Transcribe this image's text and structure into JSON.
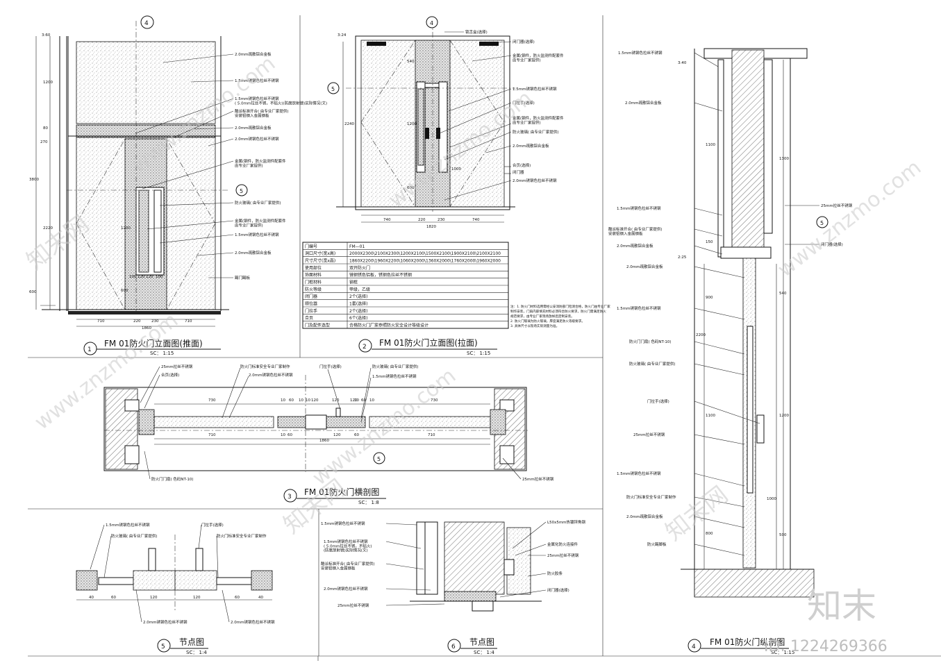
{
  "views": {
    "v1": {
      "num": "1",
      "title": "FM 01防火门立面图(推面)",
      "scale": "SC： 1:15",
      "dims_bottom": [
        "710",
        "220",
        "230",
        "710"
      ],
      "total": "1860",
      "dims_left": [
        "3:60",
        "1200",
        "80",
        "270",
        "2220",
        "3800",
        "600"
      ],
      "dims_inner": [
        "1200",
        "100",
        "120",
        "120",
        "100",
        "600"
      ],
      "labels": [
        "2.0mm疏散铝合金板",
        "1.5mm锈钢色拉丝不锈钢",
        "1.5mm锈钢色拉丝不锈钢\n( 5.0mm拉丝不锈，不贴火)(防腐放射镜)实际情况(文)",
        "酷派标准开合( 由专业厂家提供)\n安装铝钢入金属钢板",
        "2.0mm疏散铝合金板",
        "2.0mm锈钢色拉丝不锈钢",
        "金属(钢件，防火监测件配套件\n由专业厂家提供)",
        "防火玻璃( 由专业厂家提供)",
        "金属(钢件，防火监测件配套件\n由专业厂家提供)",
        "1.5mm锈钢色拉丝不锈钢",
        "2.0mm疏散铝合金板",
        "踢门踢板"
      ]
    },
    "v2": {
      "num": "2",
      "title": "FM 01防火门立面图(拉面)",
      "scale": "SC： 1:15",
      "dims_bottom": [
        "740",
        "220",
        "230",
        "740"
      ],
      "total": "1820",
      "dims_left": [
        "3:24",
        "540",
        "2240",
        "1200",
        "1000",
        "600"
      ],
      "labels": [
        "锁舌盒(选择)",
        "闭门器(选择)",
        "金属(钢件，防火监测件配套件\n由专业厂家提供)",
        "1.5mm锈钢色拉丝不锈钢",
        "门拉手(选择)",
        "金属(钢件，防火监测件配套件\n由专业厂家提供)",
        "防火玻璃( 由专业厂家提供)",
        "2.0mm疏散铝合金板",
        "合页(选择)",
        "闭门器",
        "2.0mm锈钢色拉丝不锈钢"
      ]
    },
    "v3": {
      "num": "3",
      "title": "FM 01防火门横剖图",
      "scale": "SC： 1:8",
      "dims_top": [
        "730",
        "10",
        "60",
        "10",
        "10",
        "120",
        "120",
        "120",
        "10",
        "60",
        "10",
        "730"
      ],
      "dims_bottom": [
        "710",
        "10",
        "60",
        "120",
        "60",
        "710"
      ],
      "total": "1860",
      "labels": [
        "25mm拉丝不锈钢",
        "合页(选择)",
        "防火门标准安全专业厂家制作",
        "2.0mm锈钢色拉丝不锈钢",
        "门拉手(选择)",
        "防火玻璃( 由专业厂家提供)",
        "1.5mm锈钢色拉丝不锈钢",
        "防火门门扇( 色码NT-10)",
        "25mm拉丝不锈钢"
      ]
    },
    "v4": {
      "num": "4",
      "title": "FM 01防火门纵剖图",
      "scale": "SC： 1:15",
      "dims": [
        "3:40",
        "1100",
        "1300",
        "150",
        "2:25",
        "900",
        "540",
        "2200",
        "1100",
        "1000",
        "1200",
        "800",
        "500"
      ],
      "labels": [
        "1.5mm锈钢色拉丝不锈钢",
        "2.0mm疏散铝合金板",
        "1.5mm锈钢色拉丝不锈钢",
        "25mm拉丝不锈钢",
        "酷派标准开合( 由专业厂家提供)\n安装铝钢入金属钢板",
        "2.0mm疏散铝合金板",
        "闭门器(选择)",
        "2.0mm疏散铝合金板",
        "1.5mm锈钢色拉丝不锈钢",
        "防火门门扇( 色码NT-10)",
        "防火玻璃( 由专业厂家提供)",
        "门拉手(选择)",
        "25mm拉丝不锈钢",
        "1.5mm锈钢色拉丝不锈钢",
        "防火门标准安全专业厂家制作",
        "2.0mm疏散铝合金板",
        "防火踢脚板"
      ]
    },
    "v5": {
      "num": "5",
      "title": "节点图",
      "scale": "SC： 1:4",
      "dims": [
        "40",
        "60",
        "120",
        "120",
        "60",
        "40"
      ],
      "labels": [
        "1.5mm锈钢色拉丝不锈钢",
        "防火玻璃( 由专业厂家提供)",
        "门拉手(选择)",
        "防火门标准安全专业厂家制作",
        "2.0mm锈钢色拉丝不锈钢",
        "2.0mm锈钢色拉丝不锈钢"
      ]
    },
    "v6": {
      "num": "6",
      "title": "节点图",
      "scale": "SC： 1:4",
      "labels": [
        "1.5mm锈钢色拉丝不锈钢",
        "1.5mm锈钢色拉丝不锈钢\n( 5.0mm拉丝不锈，不贴火)\n(防腐放射镜)实际情况(文)",
        "酷派标准开合( 由专业厂家提供)\n安装铝钢入金属钢板",
        "2.0mm锈钢色拉丝不锈钢",
        "25mm拉丝不锈钢",
        "L50x5mm热镀锌角钢",
        "金属化防火连接件",
        "25mm拉丝不锈钢",
        "防火胶条",
        "闭门器(选择)"
      ]
    }
  },
  "schedule": {
    "rows": [
      [
        "门编号",
        "FM—01"
      ],
      [
        "洞口尺寸(宽x高)",
        "2000X2300\\2100X2300\\1200X2100\\1500X2100\\1900X2100\\2100X2100"
      ],
      [
        "尺寸尺寸(宽x高)",
        "1860X2200\\1960X2200\\1060X2000\\1360X2000\\1760X2000\\1960X2000"
      ],
      [
        "使用部位",
        "双开防火门"
      ],
      [
        "饰面材料",
        "镜钢锈色铝板，锈钢色拉丝不锈钢"
      ],
      [
        "门框材料",
        "钢框"
      ],
      [
        "防火等级",
        "甲级，乙级"
      ],
      [
        "闭门器",
        "2个(选择)"
      ],
      [
        "顺位器",
        "1套(选择)"
      ],
      [
        "门拉手",
        "2个(选择)"
      ],
      [
        "合页",
        "6个(选择)"
      ],
      [
        "门及配件选型",
        "合格防火门厂家参照防火安全设计等级设计"
      ]
    ],
    "notes": [
      "注：1. 防火门材料选用需经公安消防部门检测合格，防火门由专业厂家",
      "   制作安装，门扇内部填充材料必须符合防火要求，防火门需满足防火",
      "   规范要求，由专业厂家现场放样后定制安装。",
      "2. 防火门玻璃为防火玻璃，厚度满足防火等级要求。",
      "3. 具体尺寸以现场实际测量为准。"
    ]
  },
  "axis_markers": [
    "4",
    "5",
    "6"
  ],
  "watermark": {
    "site": "www.znzmo.com",
    "cn": "知末网",
    "brand": "知末",
    "id": "ID: 1224269366"
  }
}
